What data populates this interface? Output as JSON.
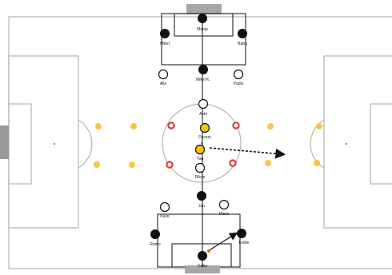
{
  "colors": {
    "pitch_lines": "#b5b5b5",
    "goal_fill": "#a7a7a7",
    "black_player": "#111111",
    "white_player": "#ffffff",
    "yellow_player": "#f2c40f",
    "yellow_cone": "#f5c842",
    "red_cone": "#e53b3b",
    "arrow": "#111111"
  },
  "players": {
    "top_gk": {
      "label": "Manja"
    },
    "top_left": {
      "label": "Mikel"
    },
    "top_right": {
      "label": "Baba"
    },
    "top_anchor": {
      "label": "Mikel K."
    },
    "top_w_left": {
      "label": "Alla"
    },
    "top_w_right": {
      "label": "Pablo"
    },
    "mid_top": {
      "label": "Akbi"
    },
    "mid_y1": {
      "label": "Pacery"
    },
    "mid_y2": {
      "label": "Yan"
    },
    "mid_bottom": {
      "label": "Rikan"
    },
    "bot_anchor": {
      "label": "Jan"
    },
    "bot_w_left": {
      "label": "Kaze"
    },
    "bot_w_right": {
      "label": "Mario"
    },
    "bot_left": {
      "label": "Ramo"
    },
    "bot_right": {
      "label": "Eddie"
    },
    "bot_gk": {
      "label": "Gaba"
    }
  }
}
